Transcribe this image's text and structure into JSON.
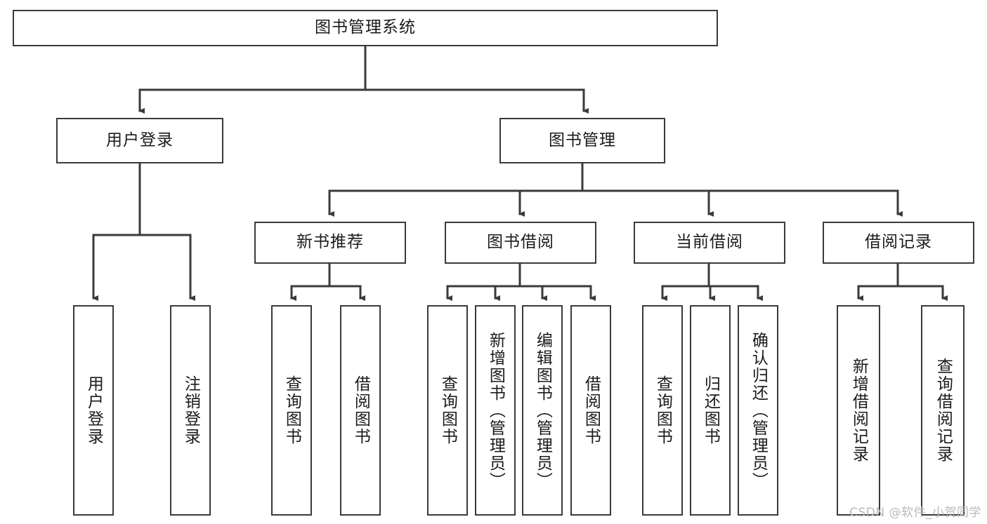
{
  "diagram": {
    "title": "图书管理系统",
    "style": {
      "box_stroke": "#3a3a3a",
      "box_fill": "#ffffff",
      "edge_stroke": "#3a3a3a",
      "text_color": "#1b1b1b",
      "background": "#ffffff",
      "watermark_color": "#b9b9b9"
    },
    "root": {
      "label": "图书管理系统"
    },
    "level1": [
      {
        "id": "user-login",
        "label": "用户登录"
      },
      {
        "id": "book-manage",
        "label": "图书管理"
      }
    ],
    "level2": [
      {
        "id": "new-book-recommend",
        "label": "新书推荐"
      },
      {
        "id": "book-borrow",
        "label": "图书借阅"
      },
      {
        "id": "current-borrow",
        "label": "当前借阅"
      },
      {
        "id": "borrow-record",
        "label": "借阅记录"
      }
    ],
    "leaves": {
      "user_login": [
        {
          "id": "leaf-user-login",
          "label": "用户登录"
        },
        {
          "id": "leaf-logout-login",
          "label": "注销登录"
        }
      ],
      "new_book_recommend": [
        {
          "id": "leaf-query-book-1",
          "label": "查询图书"
        },
        {
          "id": "leaf-borrow-book-1",
          "label": "借阅图书"
        }
      ],
      "book_borrow": [
        {
          "id": "leaf-query-book-2",
          "label": "查询图书"
        },
        {
          "id": "leaf-add-book",
          "label": "新增图书（管理员）"
        },
        {
          "id": "leaf-edit-book",
          "label": "编辑图书（管理员）"
        },
        {
          "id": "leaf-borrow-book-2",
          "label": "借阅图书"
        }
      ],
      "current_borrow": [
        {
          "id": "leaf-query-book-3",
          "label": "查询图书"
        },
        {
          "id": "leaf-return-book",
          "label": "归还图书"
        },
        {
          "id": "leaf-confirm-return",
          "label": "确认归还（管理员）"
        }
      ],
      "borrow_record": [
        {
          "id": "leaf-add-record",
          "label": "新增借阅记录"
        },
        {
          "id": "leaf-query-record",
          "label": "查询借阅记录"
        }
      ]
    },
    "watermark": "CSDN @软件_小贺同学"
  }
}
